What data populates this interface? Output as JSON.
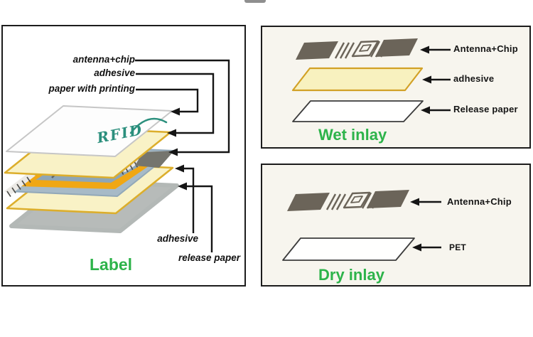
{
  "panels": {
    "label": {
      "title": "Label",
      "logo_text": "RFID",
      "callouts": {
        "antenna_chip": "antenna+chip",
        "adhesive_top": "adhesive",
        "paper_with_printing": "paper with printing",
        "adhesive_bottom": "adhesive",
        "release_paper": "release paper"
      }
    },
    "wet_inlay": {
      "title": "Wet inlay",
      "callouts": {
        "antenna_chip": "Antenna+Chip",
        "adhesive": "adhesive",
        "release_paper": "Release paper"
      }
    },
    "dry_inlay": {
      "title": "Dry inlay",
      "callouts": {
        "antenna_chip": "Antenna+Chip",
        "pet": "PET"
      }
    }
  },
  "colors": {
    "panel_border": "#1c1c1c",
    "right_panel_background": "#f7f5ee",
    "title_green": "#2db34a",
    "callout_text": "#111111",
    "antenna_grey": "#6b6459",
    "adhesive_fill": "#f8f1bf",
    "adhesive_border": "#d2a126",
    "paper_white": "#fdfdfd",
    "release_paper_grey": "#b7bbb9",
    "inlay_blue_grey": "#a7bac7",
    "inlay_orange": "#f0a714",
    "logo_teal": "#2b8f7d"
  }
}
